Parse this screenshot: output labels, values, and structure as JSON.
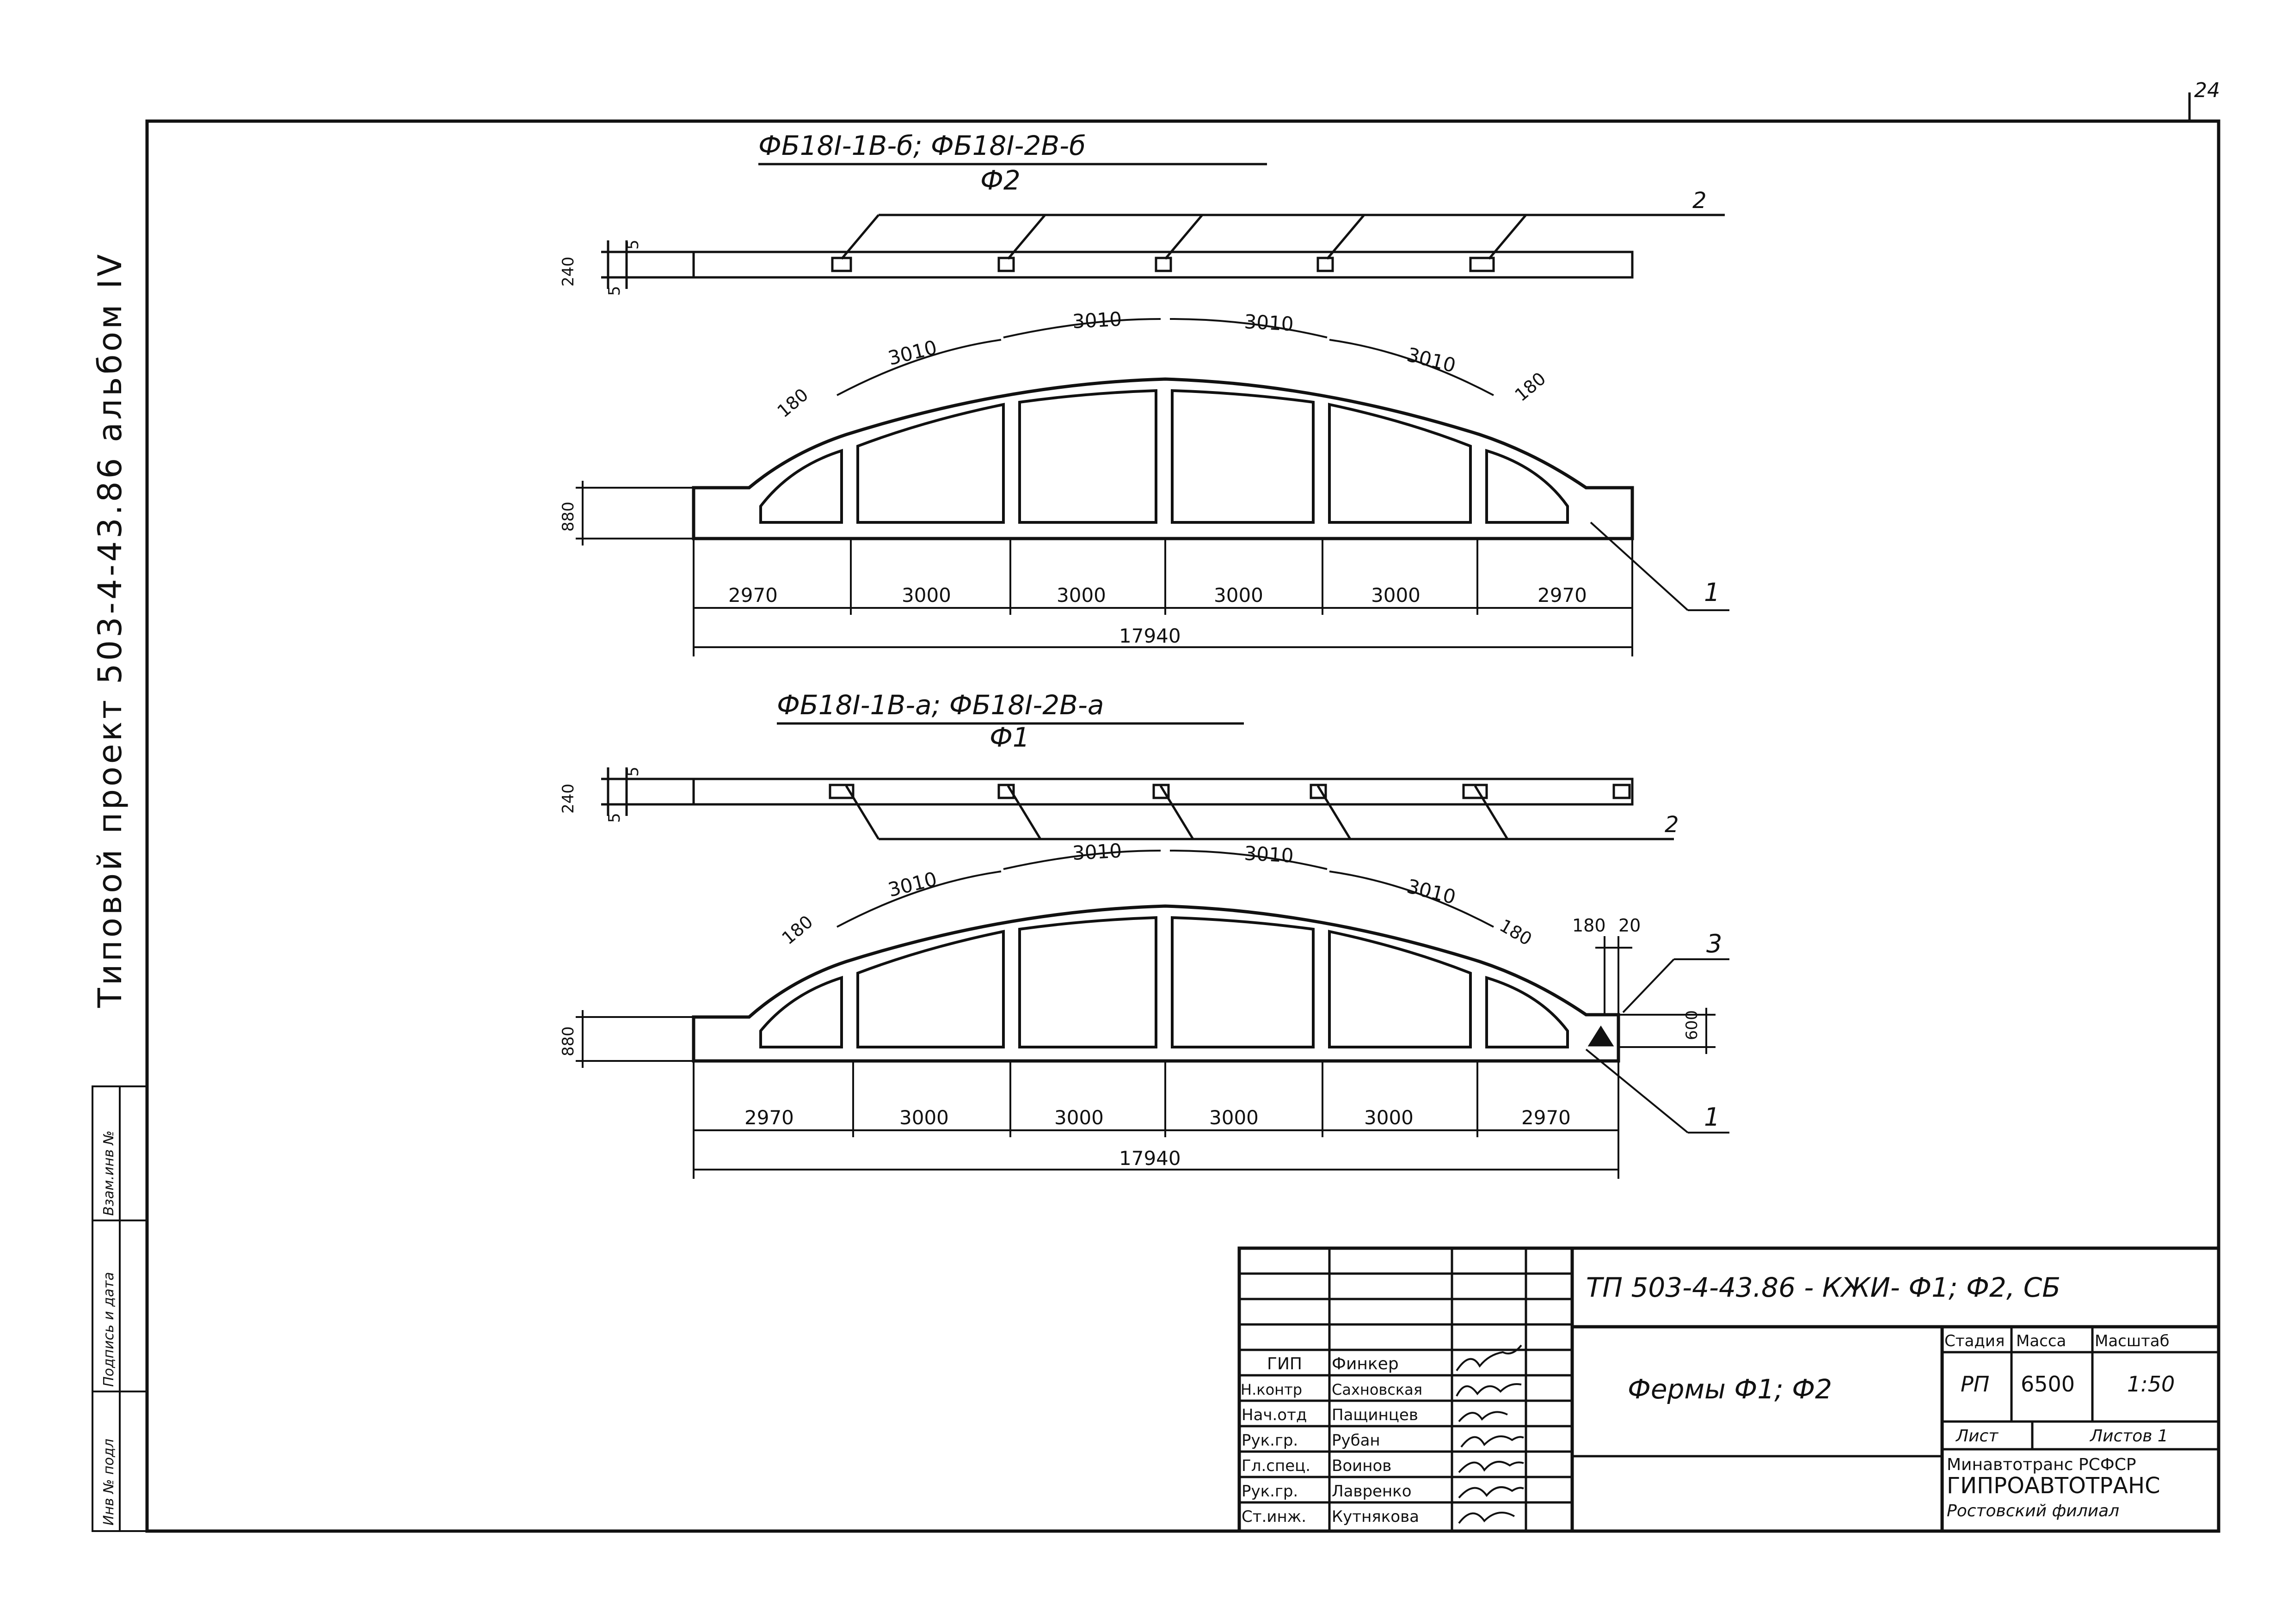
{
  "sheet": {
    "page_number": "24",
    "side_title": "Типовой проект 503-4-43.86 альбом IV",
    "side_stamp": {
      "inv_no": "Инв № подл",
      "signature_date": "Подпись и дата",
      "replace_inv": "Взам.инв №"
    }
  },
  "view_f2": {
    "title": "ФБ18I-1В-б; ФБ18I-2В-б",
    "subtitle": "Ф2",
    "plan": {
      "dim_240": "240",
      "dim_5_top": "5",
      "dim_5_bottom": "5",
      "callout_2": "2"
    },
    "elevation": {
      "chord_dims": [
        "3010",
        "3010",
        "3010",
        "3010"
      ],
      "dim_180_left": "180",
      "dim_180_right": "180",
      "height": "880",
      "bottom_dims": [
        "2970",
        "3000",
        "3000",
        "3000",
        "3000",
        "2970"
      ],
      "total": "17940",
      "callout_1": "1"
    }
  },
  "view_f1": {
    "title": "ФБ18I-1В-а; ФБ18I-2В-а",
    "subtitle": "Ф1",
    "plan": {
      "dim_240": "240",
      "dim_5_top": "5",
      "dim_5_bottom": "5",
      "callout_2": "2"
    },
    "elevation": {
      "chord_dims": [
        "3010",
        "3010",
        "3010",
        "3010"
      ],
      "dim_180_left": "180",
      "dim_180_right": "180",
      "dim_180_end": "180",
      "dim_20_end": "20",
      "dim_600": "600",
      "height": "880",
      "bottom_dims": [
        "2970",
        "3000",
        "3000",
        "3000",
        "3000",
        "2970"
      ],
      "total": "17940",
      "callout_1": "1",
      "callout_3": "3"
    }
  },
  "title_block": {
    "code": "ТП   503-4-43.86 - КЖИ- Ф1; Ф2, СБ",
    "name": "Фермы Ф1; Ф2",
    "headers": {
      "stage": "Стадия",
      "mass": "Масса",
      "scale": "Масштаб"
    },
    "values": {
      "stage": "РП",
      "mass": "6500",
      "scale": "1:50"
    },
    "sheet_label": "Лист",
    "sheets_label": "Листов 1",
    "org_line1": "Минавтотранс РСФСР",
    "org_line2": "ГИПРОАВТОТРАНС",
    "org_line3": "Ростовский филиал",
    "people": [
      {
        "role": "ГИП",
        "name": "Финкер"
      },
      {
        "role": "Н.контр",
        "name": "Сахновская"
      },
      {
        "role": "Нач.отд",
        "name": "Пащинцев"
      },
      {
        "role": "Рук.гр.",
        "name": "Рубан"
      },
      {
        "role": "Гл.спец.",
        "name": "Воинов"
      },
      {
        "role": "Рук.гр.",
        "name": "Лавренко"
      },
      {
        "role": "Ст.инж.",
        "name": "Кутнякова"
      }
    ]
  }
}
